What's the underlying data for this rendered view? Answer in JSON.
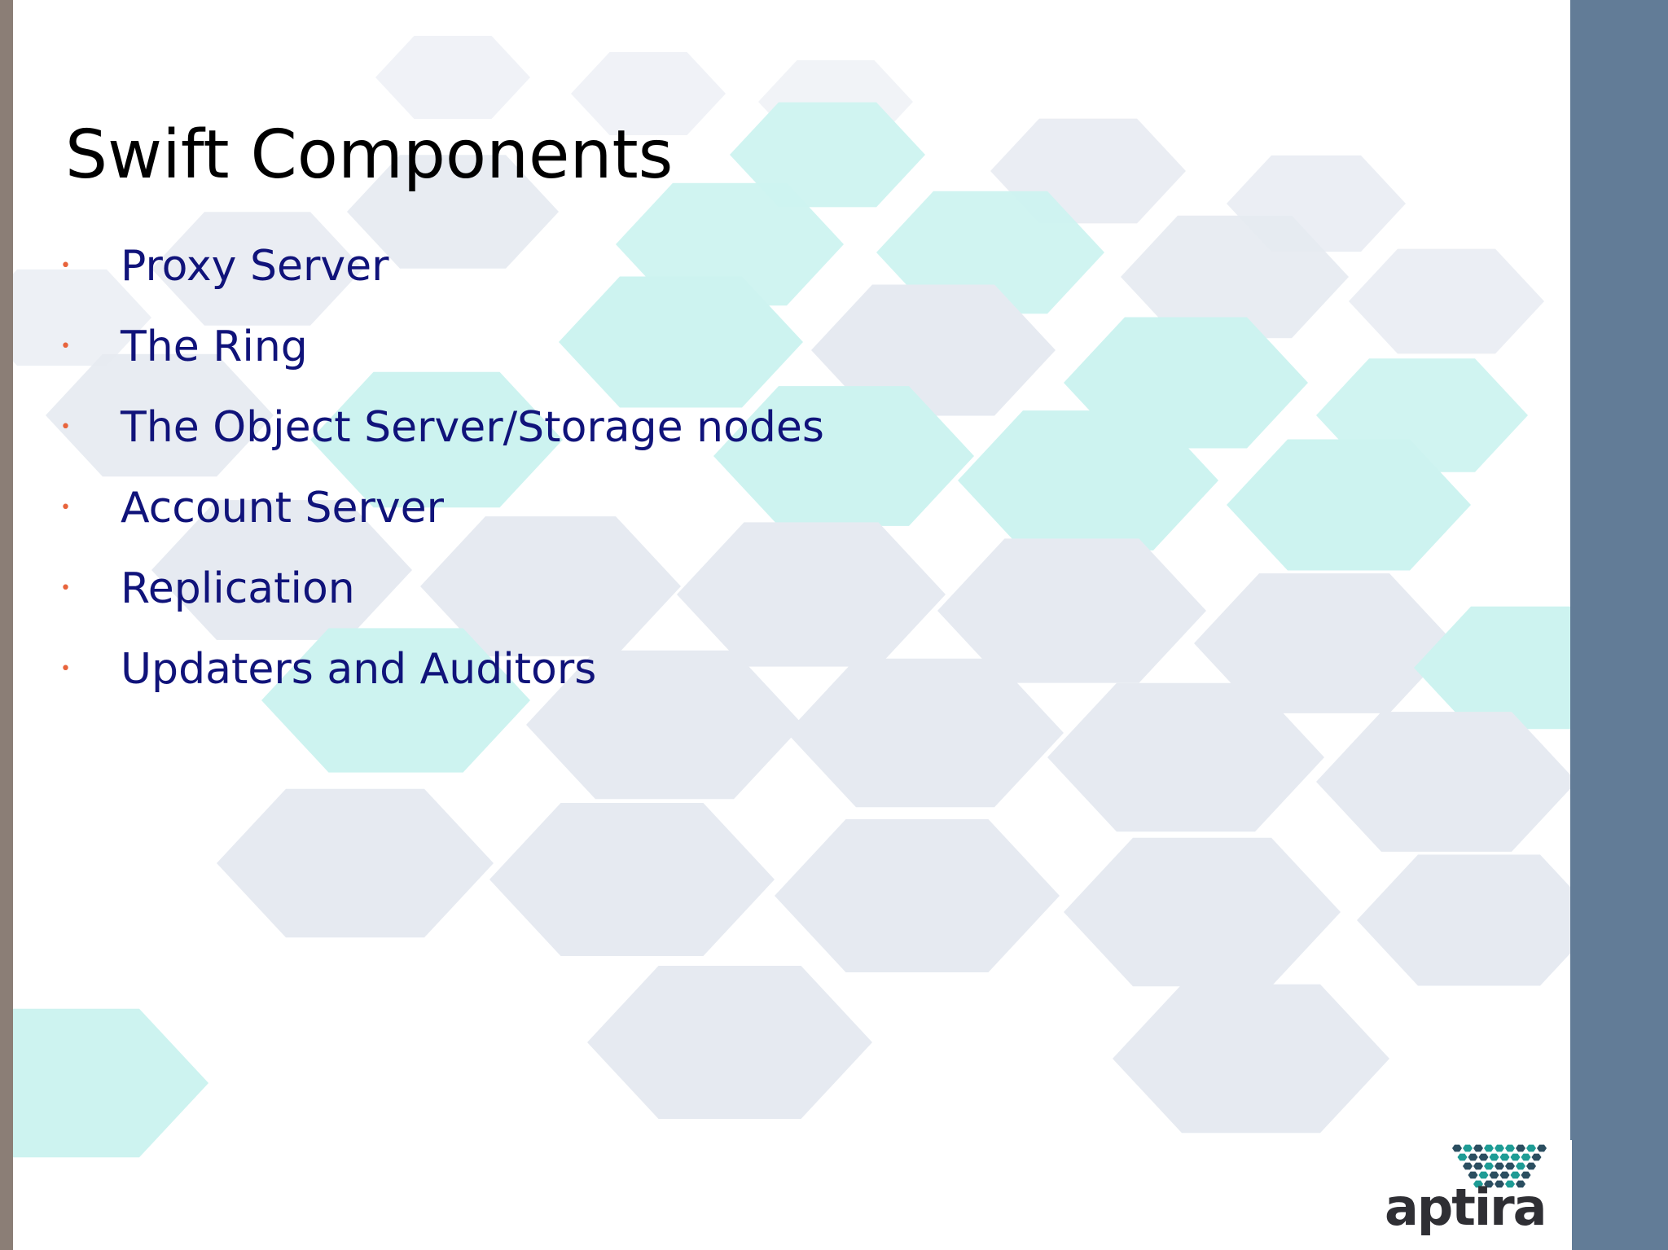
{
  "slide": {
    "title": "Swift Components",
    "bullets": [
      {
        "label": "Proxy Server"
      },
      {
        "label": "The Ring"
      },
      {
        "label": "The Object Server/Storage nodes"
      },
      {
        "label": "Account Server"
      },
      {
        "label": "Replication"
      },
      {
        "label": "Updaters and Auditors"
      }
    ],
    "bullet_glyph": "•"
  },
  "logo": {
    "wordmark": "aptira",
    "icon": "hexagon-cluster-icon"
  },
  "colors": {
    "title": "#000000",
    "bullet_text": "#10137a",
    "bullet_marker": "#e8643c",
    "right_bar": "#627c97",
    "left_bar": "#8b7e76",
    "hex_grey": "#e6eaf1",
    "hex_teal": "#cdf3f0",
    "logo_text": "#2f2f34",
    "logo_teal": "#1e9c95",
    "logo_dark": "#2b4e60"
  }
}
